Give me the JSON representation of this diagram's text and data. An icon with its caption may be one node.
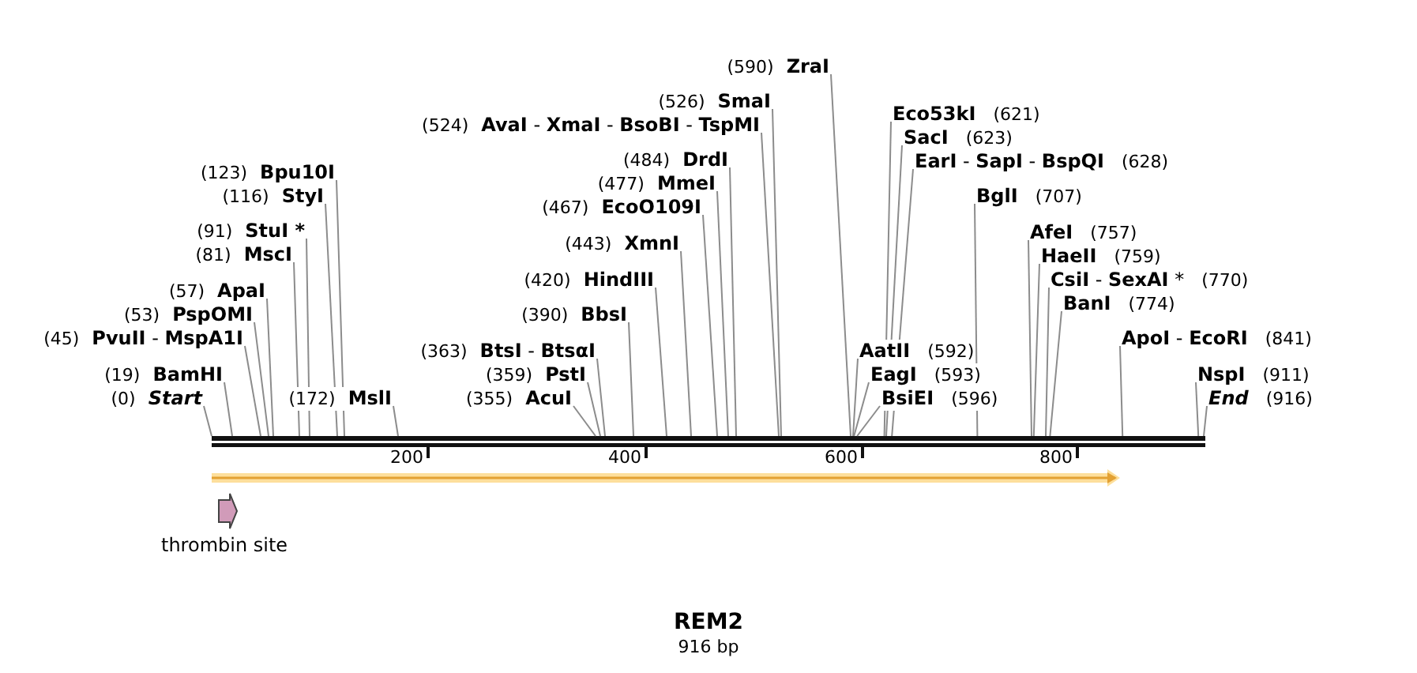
{
  "diagram": {
    "title": "REM2",
    "caption": "916 bp",
    "nodes": [
      {
        "text": [
          "(0)",
          "Start"
        ]
      },
      {
        "text": [
          "(19)",
          "BamHI"
        ]
      },
      {
        "text": [
          "(45)",
          "**PvuII** - **MspA1I**"
        ]
      },
      {
        "text": [
          "(53)",
          "PspOMI"
        ]
      },
      {
        "text": [
          "(57)",
          "ApaI"
        ]
      },
      {
        "text": [
          "(81)",
          "MscI"
        ]
      },
      {
        "text": [
          "(91)",
          "StuI *"
        ]
      },
      {
        "text": [
          "(116)",
          "StyI"
        ]
      },
      {
        "text": [
          "(123)",
          "Bpu10I"
        ]
      },
      {
        "text": [
          "(172)",
          "MslI"
        ]
      },
      {
        "text": [
          "(355)",
          "AcuI"
        ]
      },
      {
        "text": [
          "(359)",
          "PstI"
        ]
      },
      {
        "text": [
          "(363)",
          "**BtsI** - **BtsαI**"
        ]
      },
      {
        "text": [
          "(390)",
          "BbsI"
        ]
      },
      {
        "text": [
          "(420)",
          "HindIII"
        ]
      },
      {
        "text": [
          "(443)",
          "XmnI"
        ]
      },
      {
        "text": [
          "(467)",
          "EcoO109I"
        ]
      },
      {
        "text": [
          "(477)",
          "MmeI"
        ]
      },
      {
        "text": [
          "(484)",
          "DrdI"
        ]
      },
      {
        "text": [
          "(524)",
          "**AvaI** - **XmaI** - **BsoBI** - **TspMI**"
        ]
      },
      {
        "text": [
          "(526)",
          "SmaI"
        ]
      },
      {
        "text": [
          "(590)",
          "ZraI"
        ]
      },
      {
        "text": [
          "AatII",
          "(592)"
        ]
      },
      {
        "text": [
          "EagI",
          "(593)"
        ]
      },
      {
        "text": [
          "BsiEI",
          "(596)"
        ]
      },
      {
        "text": [
          "Eco53kI",
          "(621)"
        ]
      },
      {
        "text": [
          "SacI",
          "(623)"
        ]
      },
      {
        "text": [
          "**EarI** - **SapI** - **BspQI**",
          "(628)"
        ]
      },
      {
        "text": [
          "BglI",
          "(707)"
        ]
      },
      {
        "text": [
          "AfeI",
          "(757)"
        ]
      },
      {
        "text": [
          "HaeII",
          "(759)"
        ]
      },
      {
        "text": [
          "**CsiI** - **SexAI** *",
          "(770)"
        ]
      },
      {
        "text": [
          "BanI",
          "(774)"
        ]
      },
      {
        "text": [
          "**ApoI** - **EcoRI**",
          "(841)"
        ]
      },
      {
        "text": [
          "NspI",
          "(911)"
        ]
      },
      {
        "text": [
          "End",
          "(916)"
        ]
      },
      {
        "text": [],
        "shape": "bar"
      },
      {
        "text": [],
        "shape": "arrow"
      },
      {
        "text": [
          "thrombin site"
        ]
      }
    ],
    "edges": [
      {
        "from": 0,
        "to": 36,
        "arrow": "none"
      },
      {
        "from": 1,
        "to": 36,
        "arrow": "none"
      },
      {
        "from": 2,
        "to": 36,
        "arrow": "none"
      },
      {
        "from": 3,
        "to": 36,
        "arrow": "none"
      },
      {
        "from": 4,
        "to": 36,
        "arrow": "none"
      },
      {
        "from": 5,
        "to": 36,
        "arrow": "none"
      },
      {
        "from": 6,
        "to": 36,
        "arrow": "none"
      },
      {
        "from": 7,
        "to": 36,
        "arrow": "none"
      },
      {
        "from": 8,
        "to": 36,
        "arrow": "none"
      },
      {
        "from": 9,
        "to": 36,
        "arrow": "none"
      },
      {
        "from": 10,
        "to": 36,
        "arrow": "none"
      },
      {
        "from": 11,
        "to": 36,
        "arrow": "none"
      },
      {
        "from": 12,
        "to": 36,
        "arrow": "none"
      },
      {
        "from": 13,
        "to": 36,
        "arrow": "none"
      },
      {
        "from": 14,
        "to": 36,
        "arrow": "none"
      },
      {
        "from": 15,
        "to": 36,
        "arrow": "none"
      },
      {
        "from": 16,
        "to": 36,
        "arrow": "none"
      },
      {
        "from": 17,
        "to": 36,
        "arrow": "none"
      },
      {
        "from": 18,
        "to": 36,
        "arrow": "none"
      },
      {
        "from": 19,
        "to": 36,
        "arrow": "none"
      },
      {
        "from": 20,
        "to": 36,
        "arrow": "none"
      },
      {
        "from": 21,
        "to": 36,
        "arrow": "none"
      },
      {
        "from": 22,
        "to": 36,
        "arrow": "none"
      },
      {
        "from": 23,
        "to": 36,
        "arrow": "none"
      },
      {
        "from": 24,
        "to": 36,
        "arrow": "none"
      },
      {
        "from": 25,
        "to": 36,
        "arrow": "none"
      },
      {
        "from": 26,
        "to": 36,
        "arrow": "none"
      },
      {
        "from": 27,
        "to": 36,
        "arrow": "none"
      },
      {
        "from": 28,
        "to": 36,
        "arrow": "none"
      },
      {
        "from": 29,
        "to": 36,
        "arrow": "none"
      },
      {
        "from": 30,
        "to": 36,
        "arrow": "none"
      },
      {
        "from": 31,
        "to": 36,
        "arrow": "none"
      },
      {
        "from": 32,
        "to": 36,
        "arrow": "none"
      },
      {
        "from": 33,
        "to": 36,
        "arrow": "none"
      },
      {
        "from": 34,
        "to": 36,
        "arrow": "none"
      },
      {
        "from": 35,
        "to": 36,
        "arrow": "none"
      }
    ],
    "labels": [
      "200",
      "400",
      "600",
      "800"
    ]
  }
}
